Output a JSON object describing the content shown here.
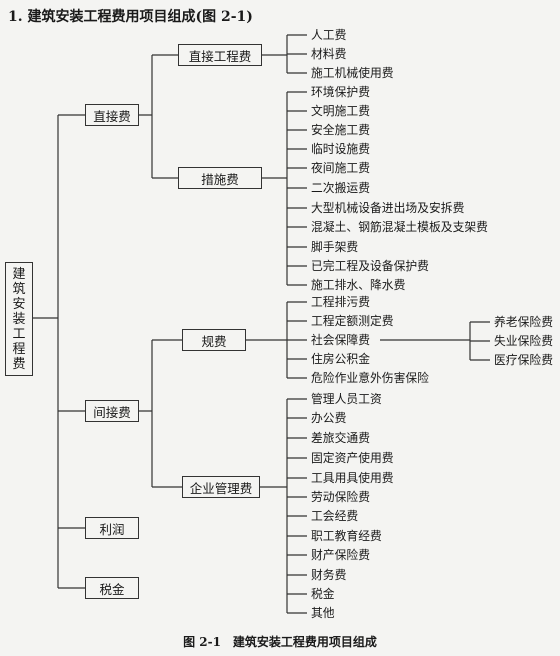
{
  "heading": "1. 建筑安装工程费用项目组成(图 2-1)",
  "caption": "图 2-1　建筑安装工程费用项目组成",
  "root": "建筑安装工程费",
  "direct_cost": {
    "label": "直接费",
    "engineering": {
      "label": "直接工程费",
      "items": [
        "人工费",
        "材料费",
        "施工机械使用费"
      ]
    },
    "measures": {
      "label": "措施费",
      "items": [
        "环境保护费",
        "文明施工费",
        "安全施工费",
        "临时设施费",
        "夜间施工费",
        "二次搬运费",
        "大型机械设备进出场及安拆费",
        "混凝土、钢筋混凝土模板及支架费",
        "脚手架费",
        "已完工程及设备保护费",
        "施工排水、降水费"
      ]
    }
  },
  "indirect_cost": {
    "label": "间接费",
    "fees": {
      "label": "规费",
      "items": [
        "工程排污费",
        "工程定额测定费",
        "社会保障费",
        "住房公积金",
        "危险作业意外伤害保险"
      ],
      "social_security": [
        "养老保险费",
        "失业保险费",
        "医疗保险费"
      ]
    },
    "management": {
      "label": "企业管理费",
      "items": [
        "管理人员工资",
        "办公费",
        "差旅交通费",
        "固定资产使用费",
        "工具用具使用费",
        "劳动保险费",
        "工会经费",
        "职工教育经费",
        "财产保险费",
        "财务费",
        "税金",
        "其他"
      ]
    }
  },
  "profit": "利润",
  "tax": "税金"
}
